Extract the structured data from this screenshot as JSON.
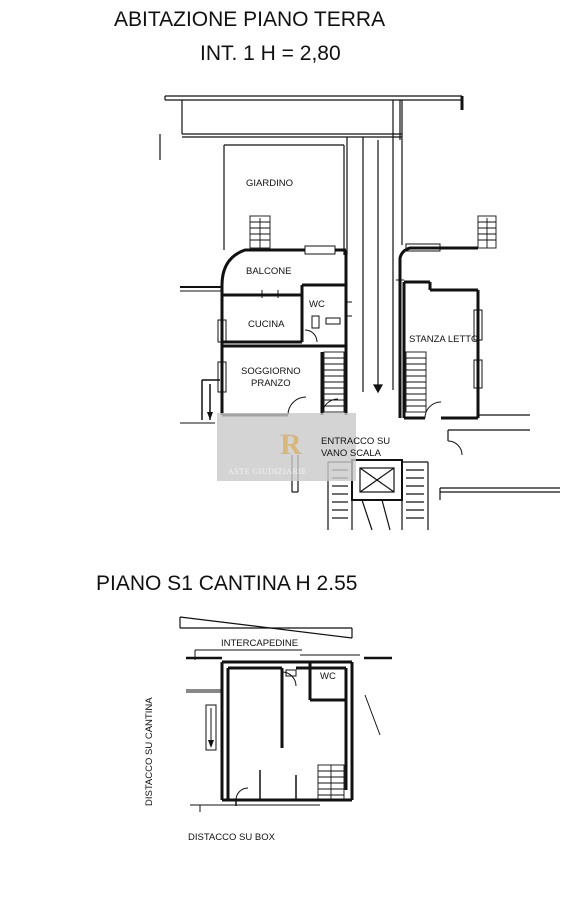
{
  "titles": {
    "ground_floor": "ABITAZIONE PIANO TERRA",
    "ground_floor_height": "INT. 1 H = 2,80",
    "cellar": "PIANO S1 CANTINA H 2.55"
  },
  "rooms": {
    "giardino": "GIARDINO",
    "balcone": "BALCONE",
    "wc": "WC",
    "cucina": "CUCINA",
    "soggiorno_1": "SOGGIORNO",
    "soggiorno_2": "PRANZO",
    "stanza_letto": "STANZA LETTO",
    "entracco_1": "ENTRACCO SU",
    "entracco_2": "VANO SCALA",
    "intercapedine": "INTERCAPEDINE",
    "cantina_wc": "WC",
    "distacco_cantina": "DISTACCO SU CANTINA",
    "distacco_box": "DISTACCO SU BOX"
  },
  "watermark": {
    "text": "ASTE GIUDIZIARIE",
    "color": "#bfbfbf"
  },
  "colors": {
    "wall": "#111111",
    "watermark_box": "#c9c9c9",
    "logo_gold": "#d8b77a"
  }
}
